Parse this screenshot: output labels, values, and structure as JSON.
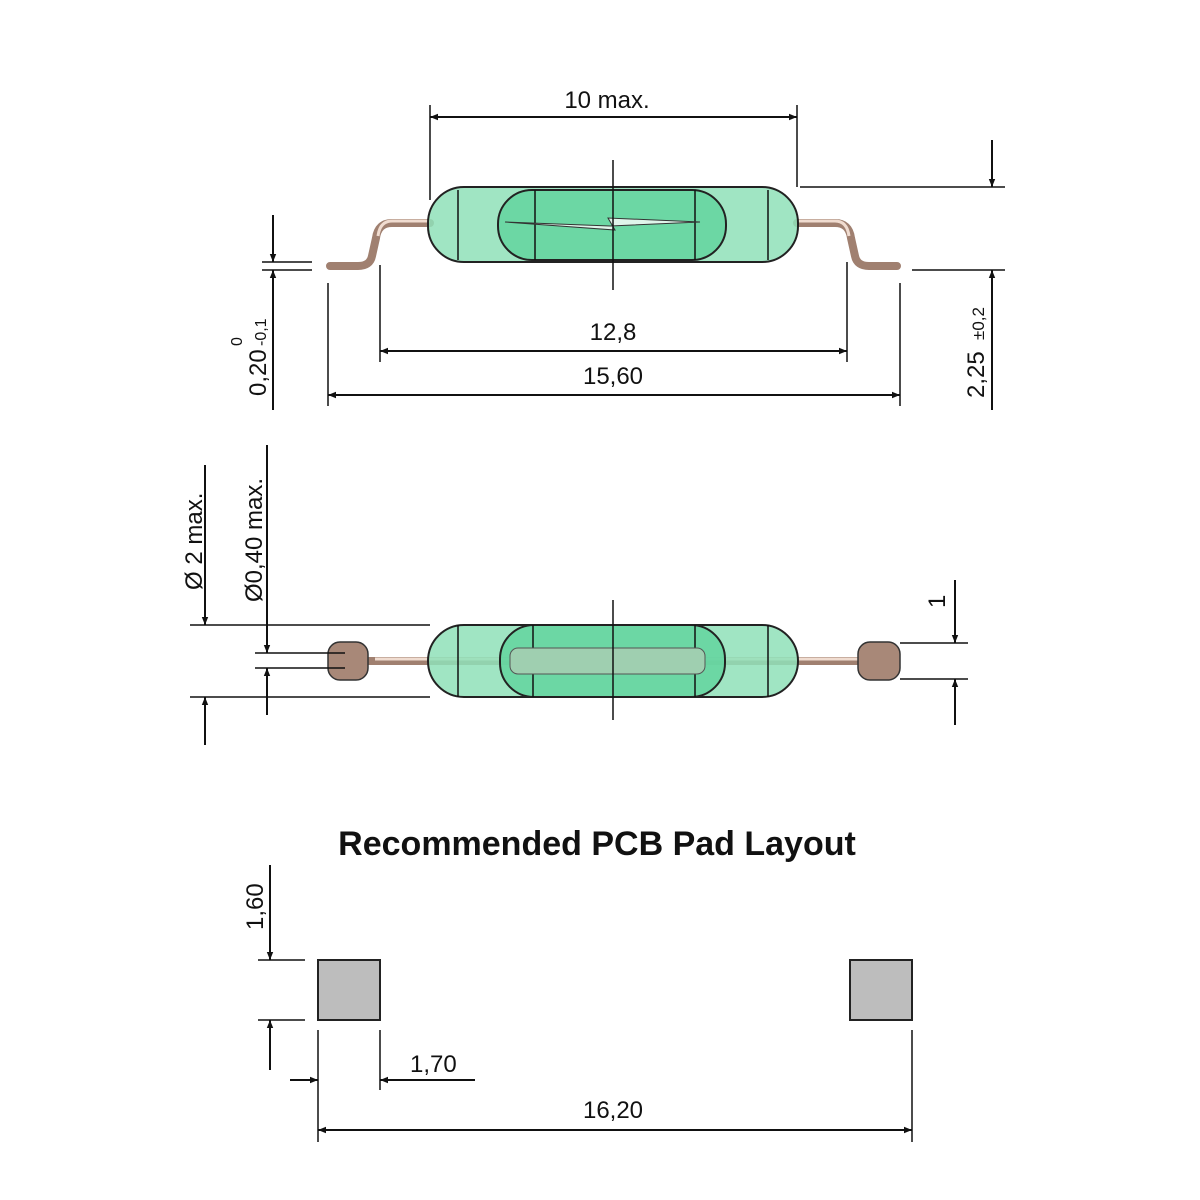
{
  "title": "Recommended PCB Pad Layout",
  "top_view": {
    "length_body": "10 max.",
    "lead_inner": "12,8",
    "lead_outer": "15,60",
    "height": "2,25",
    "height_tol": "±0,2",
    "lead_thickness": "0,20",
    "lead_thickness_tol_upper": "0",
    "lead_thickness_tol_lower": "-0,1"
  },
  "side_view": {
    "body_diameter": "Ø 2 max.",
    "wire_diameter": "Ø0,40 max.",
    "pad_height": "1"
  },
  "pcb_layout": {
    "pad_height": "1,60",
    "pad_width": "1,70",
    "pad_span": "16,20"
  },
  "colors": {
    "glass": "#8fe0b8",
    "inner": "#5fd39c",
    "lead": "#a08070",
    "pad": "#bdbdbd"
  }
}
